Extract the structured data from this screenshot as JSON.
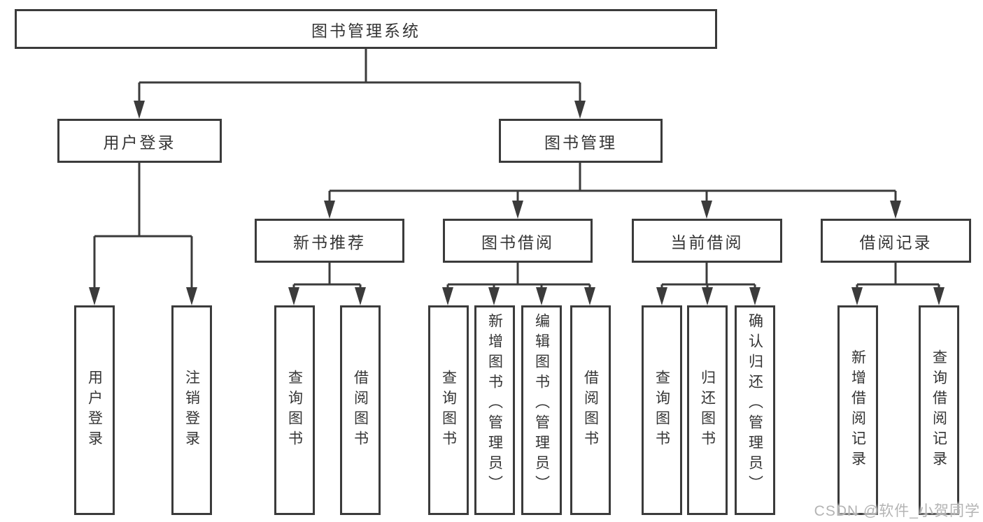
{
  "diagram": {
    "root": {
      "label": "图书管理系统"
    },
    "level2": [
      {
        "label": "用户登录",
        "children": [
          {
            "label": "用户登录"
          },
          {
            "label": "注销登录"
          }
        ]
      },
      {
        "label": "图书管理",
        "groups": [
          {
            "label": "新书推荐",
            "children": [
              {
                "label": "查询图书"
              },
              {
                "label": "借阅图书"
              }
            ]
          },
          {
            "label": "图书借阅",
            "children": [
              {
                "label": "查询图书"
              },
              {
                "label": "新增图书（管理员）"
              },
              {
                "label": "编辑图书（管理员）"
              },
              {
                "label": "借阅图书"
              }
            ]
          },
          {
            "label": "当前借阅",
            "children": [
              {
                "label": "查询图书"
              },
              {
                "label": "归还图书"
              },
              {
                "label": "确认归还（管理员）"
              }
            ]
          },
          {
            "label": "借阅记录",
            "children": [
              {
                "label": "新增借阅记录"
              },
              {
                "label": "查询借阅记录"
              }
            ]
          }
        ]
      }
    ]
  },
  "watermark": {
    "text": "CSDN @软件_小贺同学"
  },
  "colors": {
    "line": "#3b3b3b",
    "box_border": "#3b3b3b",
    "box_fill": "#ffffff",
    "text": "#353535",
    "watermark": "#b4b4b4",
    "background": "#ffffff"
  }
}
